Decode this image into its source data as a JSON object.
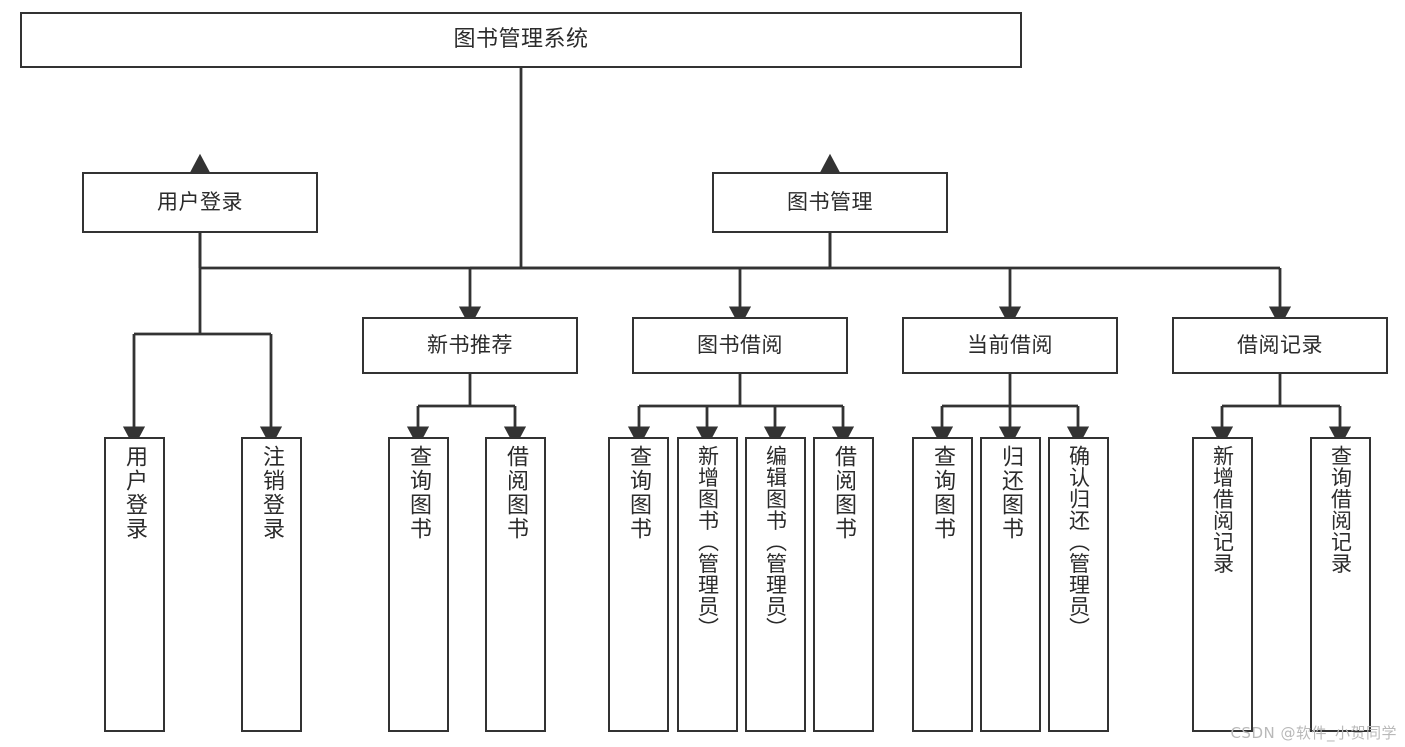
{
  "diagram": {
    "type": "tree",
    "title": "图书管理系统",
    "watermark": "CSDN @软件_小贺同学",
    "colors": {
      "background": "#ffffff",
      "node_border": "#333333",
      "node_fill": "#ffffff",
      "edge": "#333333",
      "text": "#2b2b2b",
      "watermark": "#b9b9b9"
    },
    "nodes": {
      "root": {
        "label": "图书管理系统"
      },
      "level1": [
        {
          "label": "用户登录"
        },
        {
          "label": "图书管理"
        }
      ],
      "level2": [
        {
          "label": "新书推荐"
        },
        {
          "label": "图书借阅"
        },
        {
          "label": "当前借阅"
        },
        {
          "label": "借阅记录"
        }
      ],
      "leaves": {
        "user_login": [
          {
            "label": "用户登录"
          },
          {
            "label": "注销登录"
          }
        ],
        "new_book": [
          {
            "label": "查询图书"
          },
          {
            "label": "借阅图书"
          }
        ],
        "book_borrow": [
          {
            "label": "查询图书"
          },
          {
            "label": "新增图书（管理员）"
          },
          {
            "label": "编辑图书（管理员）"
          },
          {
            "label": "借阅图书"
          }
        ],
        "current_borrow": [
          {
            "label": "查询图书"
          },
          {
            "label": "归还图书"
          },
          {
            "label": "确认归还（管理员）"
          }
        ],
        "borrow_record": [
          {
            "label": "新增借阅记录"
          },
          {
            "label": "查询借阅记录"
          }
        ]
      }
    }
  }
}
